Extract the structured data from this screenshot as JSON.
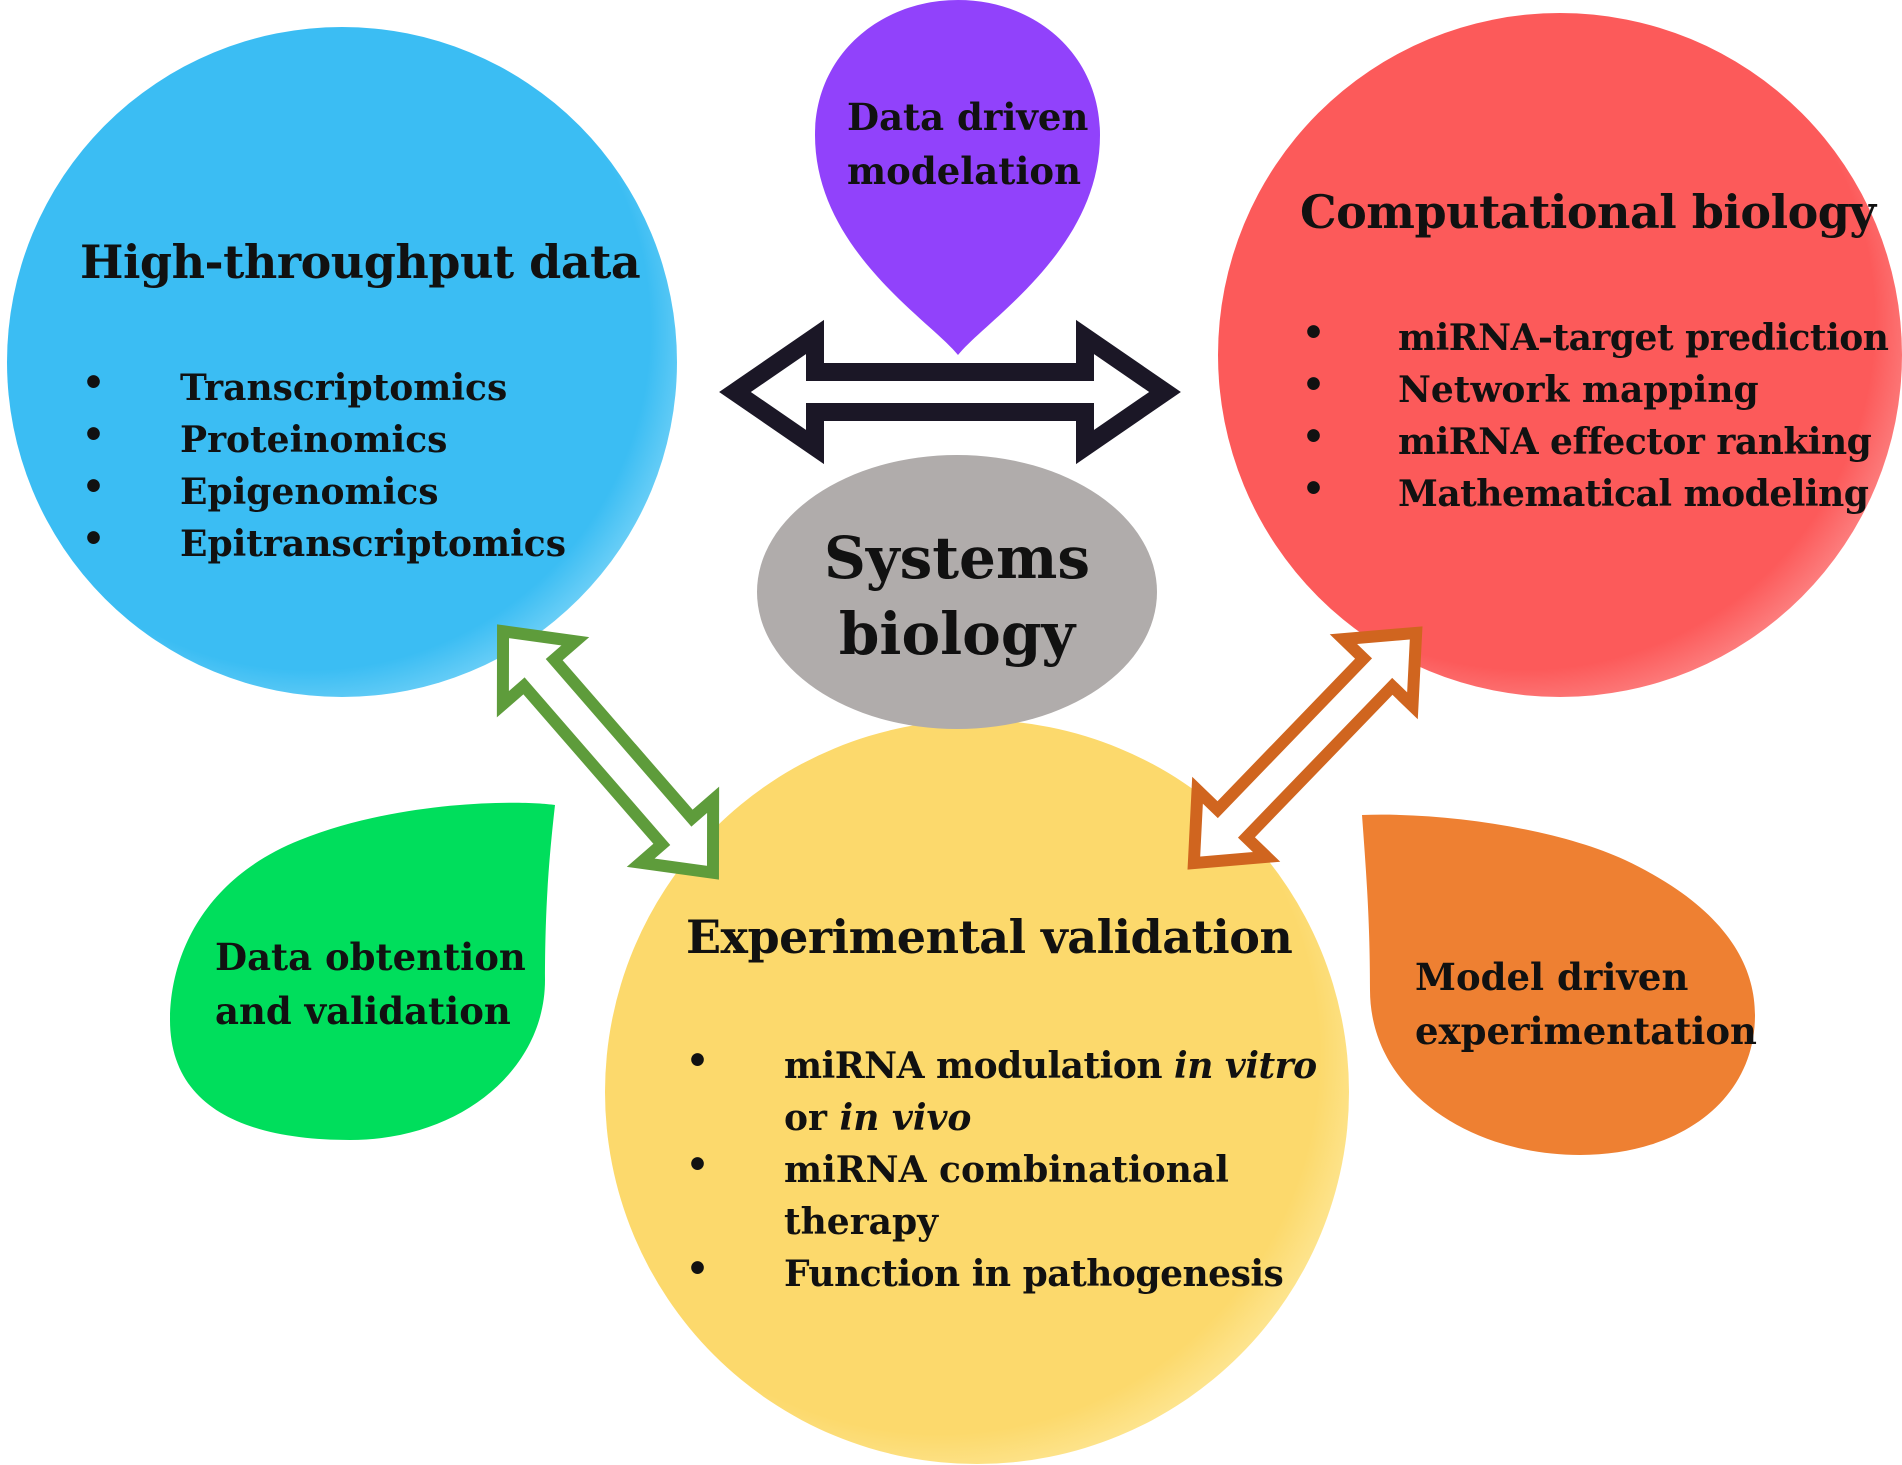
{
  "center": {
    "line1": "Systems",
    "line2": "biology"
  },
  "high_throughput": {
    "title": "High-throughput data",
    "items": [
      "Transcriptomics",
      "Proteinomics",
      "Epigenomics",
      "Epitranscriptomics"
    ]
  },
  "computational": {
    "title": "Computational biology",
    "items": [
      "miRNA-target prediction",
      "Network mapping",
      "miRNA effector ranking",
      "Mathematical modeling"
    ]
  },
  "experimental": {
    "title": "Experimental validation",
    "items": {
      "i1_a": "miRNA modulation",
      "i1_b": "in vitro",
      "i1_c": "or",
      "i1_d": "in vivo",
      "i2_a": "miRNA combinational",
      "i2_b": "therapy",
      "i3": "Function in pathogenesis"
    }
  },
  "drops": {
    "data_driven": {
      "line1": "Data driven",
      "line2": "modelation"
    },
    "data_obtention": {
      "line1": "Data obtention",
      "line2": "and validation"
    },
    "model_driven": {
      "line1": "Model driven",
      "line2": "experimentation"
    }
  },
  "bullet_char": "•",
  "colors": {
    "blue_circle": "#3bbdf3",
    "red_circle": "#fc5a5a",
    "yellow_circle": "#fcd96c",
    "gray_ellipse": "#b0acab",
    "purple_drop": "#9142fb",
    "green_drop": "#00de5c",
    "orange_drop": "#ee8032",
    "black_arrow": "#1b1726",
    "green_arrow": "#5e9c3b",
    "orange_arrow": "#d0651f"
  }
}
